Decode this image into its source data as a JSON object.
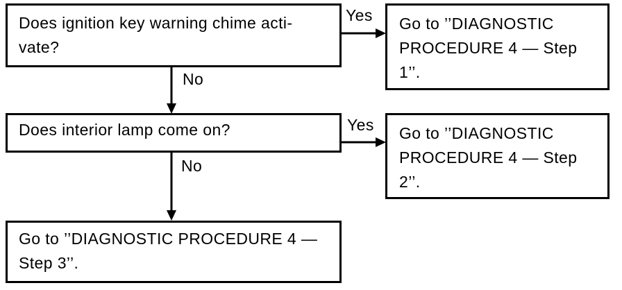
{
  "colors": {
    "ink": "#000000",
    "background": "#ffffff"
  },
  "diagram": {
    "type": "flowchart",
    "nodes": [
      {
        "id": "question-1",
        "kind": "question",
        "lines": [
          "Does ignition key warning chime acti-",
          "vate?"
        ]
      },
      {
        "id": "action-step-1",
        "kind": "action",
        "lines": [
          "Go to ’’DIAGNOSTIC",
          "PROCEDURE 4 — Step",
          "1’’."
        ]
      },
      {
        "id": "question-2",
        "kind": "question",
        "lines": [
          "Does interior lamp come on?"
        ]
      },
      {
        "id": "action-step-2",
        "kind": "action",
        "lines": [
          "Go to ’’DIAGNOSTIC",
          "PROCEDURE 4 — Step",
          "2’’."
        ]
      },
      {
        "id": "action-step-3",
        "kind": "action",
        "lines": [
          "Go to ’’DIAGNOSTIC PROCEDURE 4 —",
          "Step 3’’."
        ]
      }
    ],
    "edges": [
      {
        "from": "question-1",
        "to": "action-step-1",
        "label": "Yes"
      },
      {
        "from": "question-1",
        "to": "question-2",
        "label": "No"
      },
      {
        "from": "question-2",
        "to": "action-step-2",
        "label": "Yes"
      },
      {
        "from": "question-2",
        "to": "action-step-3",
        "label": "No"
      }
    ]
  }
}
